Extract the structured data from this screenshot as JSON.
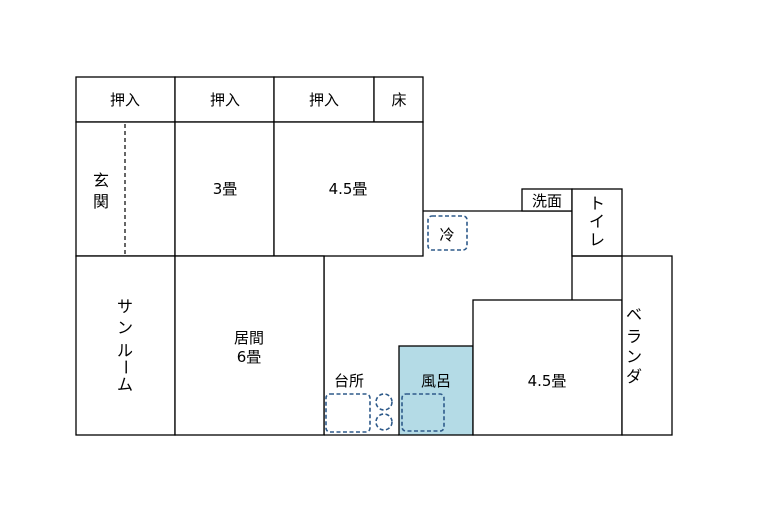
{
  "plan": {
    "oshiire_1": "押入",
    "oshiire_2": "押入",
    "oshiire_3": "押入",
    "toko": "床",
    "genkan": [
      "玄",
      "関"
    ],
    "room_3jo": "3畳",
    "room_45jo_top": "4.5畳",
    "fridge": "冷",
    "senmen": "洗面",
    "toilet": [
      "ト",
      "イ",
      "レ"
    ],
    "sunroom": [
      "サ",
      "ン",
      "ル",
      "ー",
      "ム"
    ],
    "living_name": "居間",
    "living_size": "6畳",
    "kitchen": "台所",
    "bath": "風呂",
    "room_45jo_bottom": "4.5畳",
    "veranda": [
      "ベ",
      "ラ",
      "ン",
      "ダ"
    ]
  },
  "colors": {
    "bath_fill": "#b4dbe6",
    "fixture_stroke": "#2e5a8a"
  }
}
